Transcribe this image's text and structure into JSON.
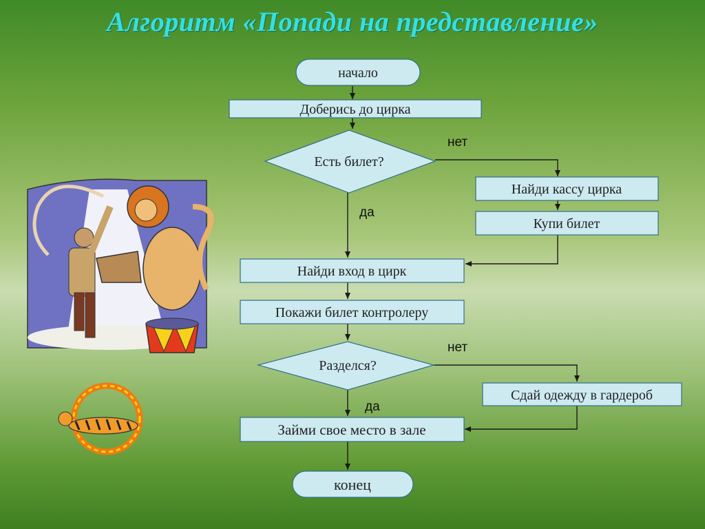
{
  "title": "Алгоритм «Попади на представление»",
  "colors": {
    "title": "#35dfe2",
    "block_fill": "#cdeaf0",
    "block_stroke": "#2f6f8a",
    "lines": "#1a1a1a"
  },
  "flow": {
    "start": "начало",
    "step_get_to_circus": "Доберись до цирка",
    "decision_ticket": "Есть билет?",
    "decision_ticket_no": "нет",
    "decision_ticket_yes": "да",
    "step_find_box_office": "Найди кассу цирка",
    "step_buy_ticket": "Купи билет",
    "step_find_entrance": "Найди вход в цирк",
    "step_show_ticket": "Покажи билет контролеру",
    "decision_undressed": "Разделся?",
    "decision_undressed_no": "нет",
    "decision_undressed_yes": "да",
    "step_cloakroom": "Сдай одежду в гардероб",
    "step_take_seat": "Займи свое место в зале",
    "end": "конец"
  },
  "illustrations": {
    "lion_tamer": "lion-tamer-clipart",
    "tiger_ring": "tiger-jumping-through-fire-ring-clipart"
  }
}
